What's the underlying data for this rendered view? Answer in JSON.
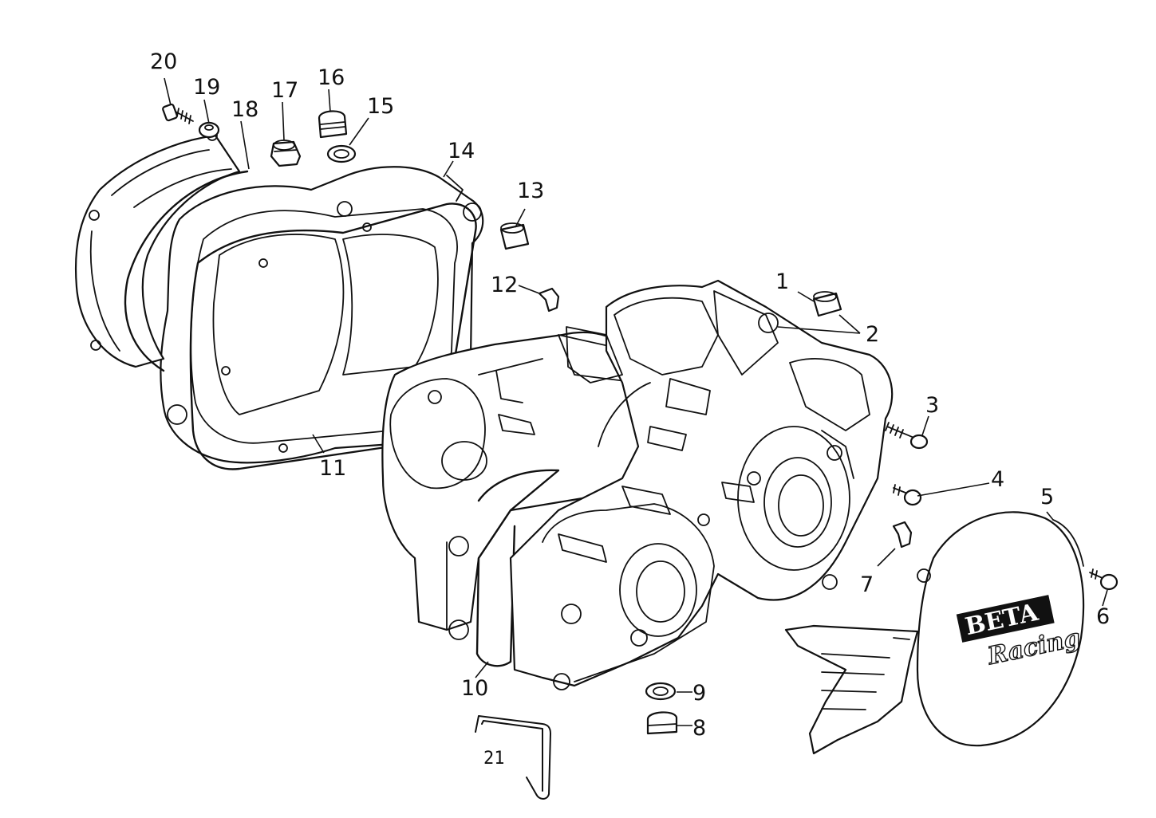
{
  "diagram": {
    "labels": {
      "p1": "1",
      "p2": "2",
      "p3": "3",
      "p4": "4",
      "p5": "5",
      "p6": "6",
      "p7": "7",
      "p8": "8",
      "p9": "9",
      "p10": "10",
      "p11": "11",
      "p12": "12",
      "p13": "13",
      "p14": "14",
      "p15": "15",
      "p16": "16",
      "p17": "17",
      "p18": "18",
      "p19": "19",
      "p20": "20",
      "p21": "21"
    },
    "cover_logo": {
      "word1": "BETA",
      "word2": "Racing"
    }
  }
}
